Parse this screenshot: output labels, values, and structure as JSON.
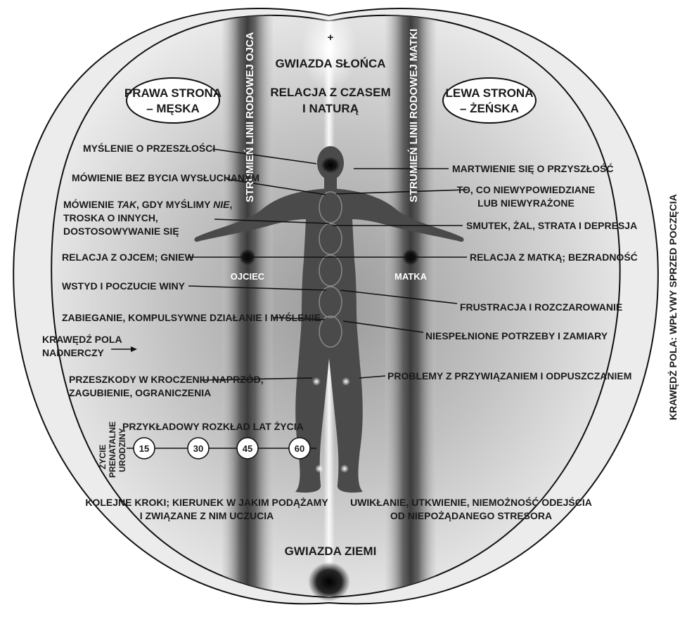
{
  "colors": {
    "background": "#ffffff",
    "field_light": "#e4e4e4",
    "field_mid": "#b5b5b5",
    "figure": "#4a4a4a",
    "stream": "#5a5a5a",
    "text": "#1a1a1a",
    "label_light": "#ffffff"
  },
  "top": {
    "plus": "+",
    "sun_star": "GWIAZDA SŁOŃCA",
    "relation_line1": "RELACJA Z CZASEM",
    "relation_line2": "I NATURĄ"
  },
  "sides": {
    "right_line1": "PRAWA STRONA",
    "right_line2": "– MĘSKA",
    "left_line1": "LEWA STRONA",
    "left_line2": "– ŻEŃSKA"
  },
  "streams": {
    "father": "STRUMIEŃ LINII RODOWEJ OJCA",
    "mother": "STRUMIEŃ LINII RODOWEJ MATKI"
  },
  "points": {
    "father": "OJCIEC",
    "mother": "MATKA"
  },
  "left_labels": {
    "past": "MYŚLENIE O PRZESZŁOŚCI",
    "not_heard": "MÓWIENIE BEZ BYCIA WYSŁUCHANYM",
    "yes_pre": "MÓWIENIE ",
    "yes_tak": "TAK",
    "yes_mid": ", GDY MYŚLIMY ",
    "yes_nie": "NIE",
    "yes_post": ",",
    "caring": "TROSKA O INNYCH,",
    "adapting": "DOSTOSOWYWANIE SIĘ",
    "father_rel": "RELACJA Z OJCEM; GNIEW",
    "shame": "WSTYD I POCZUCIE WINY",
    "busy": "ZABIEGANIE, KOMPULSYWNE DZIAŁANIE I MYŚLENIE",
    "adrenal_edge1": "KRAWĘDŹ POLA",
    "adrenal_edge2": "NADNERCZY",
    "obstacles1": "PRZESZKODY W KROCZENIU NAPRZÓD,",
    "obstacles2": "ZAGUBIENIE, OGRANICZENIA",
    "steps1": "KOLEJNE KROKI; KIERUNEK W JAKIM PODĄŻAMY",
    "steps2": "I ZWIĄZANE Z NIM UCZUCIA"
  },
  "right_labels": {
    "future": "MARTWIENIE SIĘ O PRZYSZŁOŚĆ",
    "unspoken1": "TO, CO NIEWYPOWIEDZIANE",
    "unspoken2": "LUB NIEWYRAŻONE",
    "sadness": "SMUTEK, ŻAL, STRATA I DEPRESJA",
    "mother_rel": "RELACJA Z MATKĄ; BEZRADNOŚĆ",
    "frustration": "FRUSTRACJA I ROZCZAROWANIE",
    "unfulfilled": "NIESPEŁNIONE POTRZEBY I ZAMIARY",
    "attachment": "PROBLEMY Z PRZYWIĄZANIEM I ODPUSZCZANIEM",
    "entangle1": "UWIKŁANIE, UTKWIENIE, NIEMOŻNOŚĆ ODEJŚCIA",
    "entangle2": "OD NIEPOŻĄDANEGO STRESORA"
  },
  "timeline": {
    "title": "PRZYKŁADOWY ROZKŁAD LAT ŻYCIA",
    "side_label1": "ŻYCIE",
    "side_label2": "PRENATALNE",
    "side_label3": "URODZINY",
    "years": [
      "15",
      "30",
      "45",
      "60"
    ]
  },
  "bottom": {
    "earth_star": "GWIAZDA ZIEMI"
  },
  "edge_caption": "KRAWĘDŹ POLA: WPŁYWY SPRZED POCZĘCIA"
}
